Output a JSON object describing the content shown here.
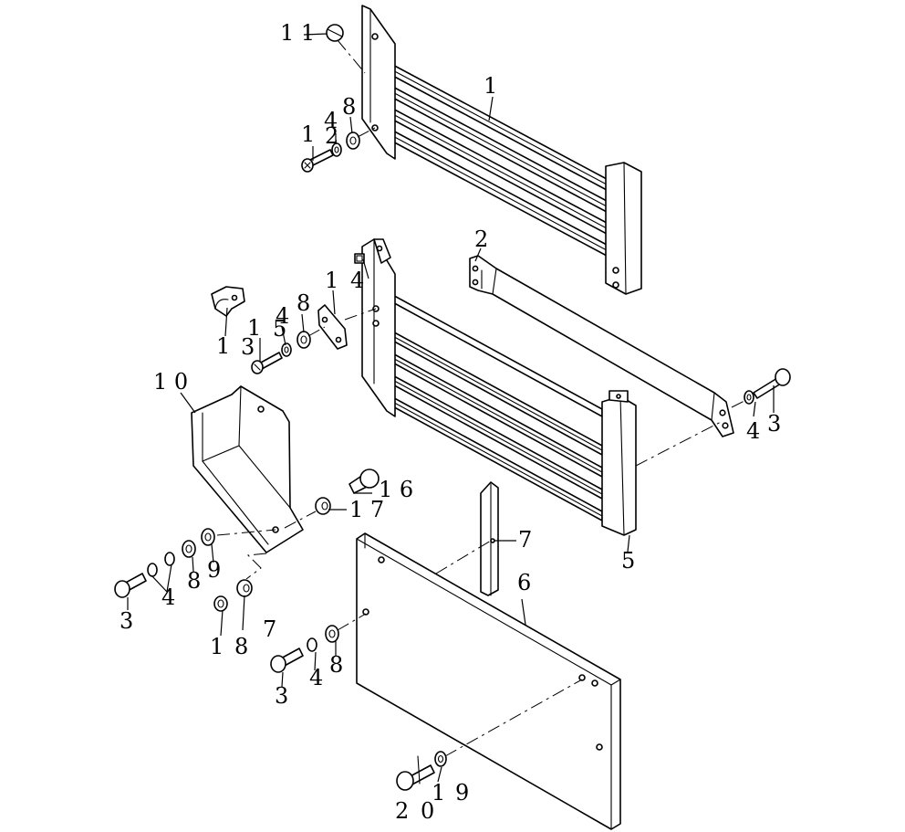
{
  "diagram": {
    "labels": {
      "l11": "1 1",
      "l1": "1",
      "l8a": "8",
      "l4a": "4",
      "l2a": "2",
      "l1a": "1",
      "l2b": "2",
      "l1b": "1",
      "l4b": "4",
      "l8b": "8",
      "l5a": "5",
      "l4c": "4",
      "l1c": "1",
      "l1d": "1",
      "l3a": "3",
      "l10": "1 0",
      "l4d": "4",
      "l3b": "3",
      "l16": "1 6",
      "l17a": "1 7",
      "l7": "7",
      "l6": "6",
      "l5": "5",
      "l9": "9",
      "l8c": "8",
      "l4e": "4",
      "l3c": "3",
      "l1e": "1",
      "l8d": "8",
      "l7b": "7",
      "l8e": "8",
      "l4f": "4",
      "l3d": "3",
      "l2c": "2",
      "l0": "0",
      "l1f": "1",
      "l9b": "9"
    }
  }
}
